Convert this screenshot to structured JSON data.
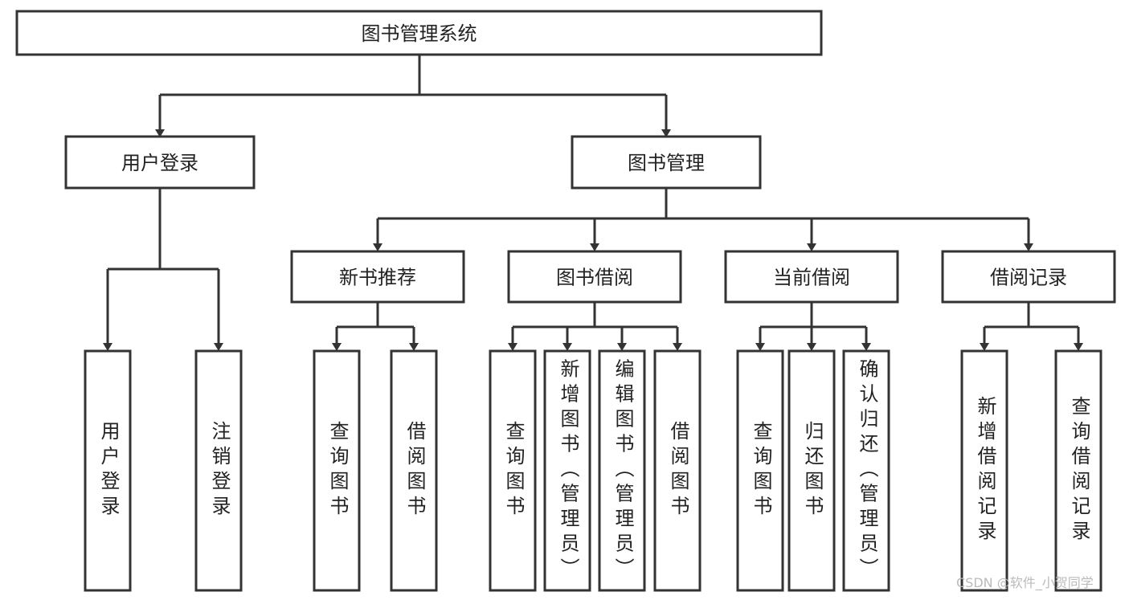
{
  "diagram": {
    "root": {
      "label": "图书管理系统",
      "children": [
        {
          "label": "用户登录",
          "children": [
            {
              "label": "用户登录"
            },
            {
              "label": "注销登录"
            }
          ]
        },
        {
          "label": "图书管理",
          "children": [
            {
              "label": "新书推荐",
              "children": [
                {
                  "label": "查询图书"
                },
                {
                  "label": "借阅图书"
                }
              ]
            },
            {
              "label": "图书借阅",
              "children": [
                {
                  "label": "查询图书"
                },
                {
                  "label": "新增图书（管理员）"
                },
                {
                  "label": "编辑图书（管理员）"
                },
                {
                  "label": "借阅图书"
                }
              ]
            },
            {
              "label": "当前借阅",
              "children": [
                {
                  "label": "查询图书"
                },
                {
                  "label": "归还图书"
                },
                {
                  "label": "确认归还（管理员）"
                }
              ]
            },
            {
              "label": "借阅记录",
              "children": [
                {
                  "label": "新增借阅记录"
                },
                {
                  "label": "查询借阅记录"
                }
              ]
            }
          ]
        }
      ]
    }
  },
  "watermark": "CSDN @软件_小贺同学",
  "colors": {
    "stroke": "#333333",
    "text": "#222222",
    "background": "#ffffff"
  }
}
